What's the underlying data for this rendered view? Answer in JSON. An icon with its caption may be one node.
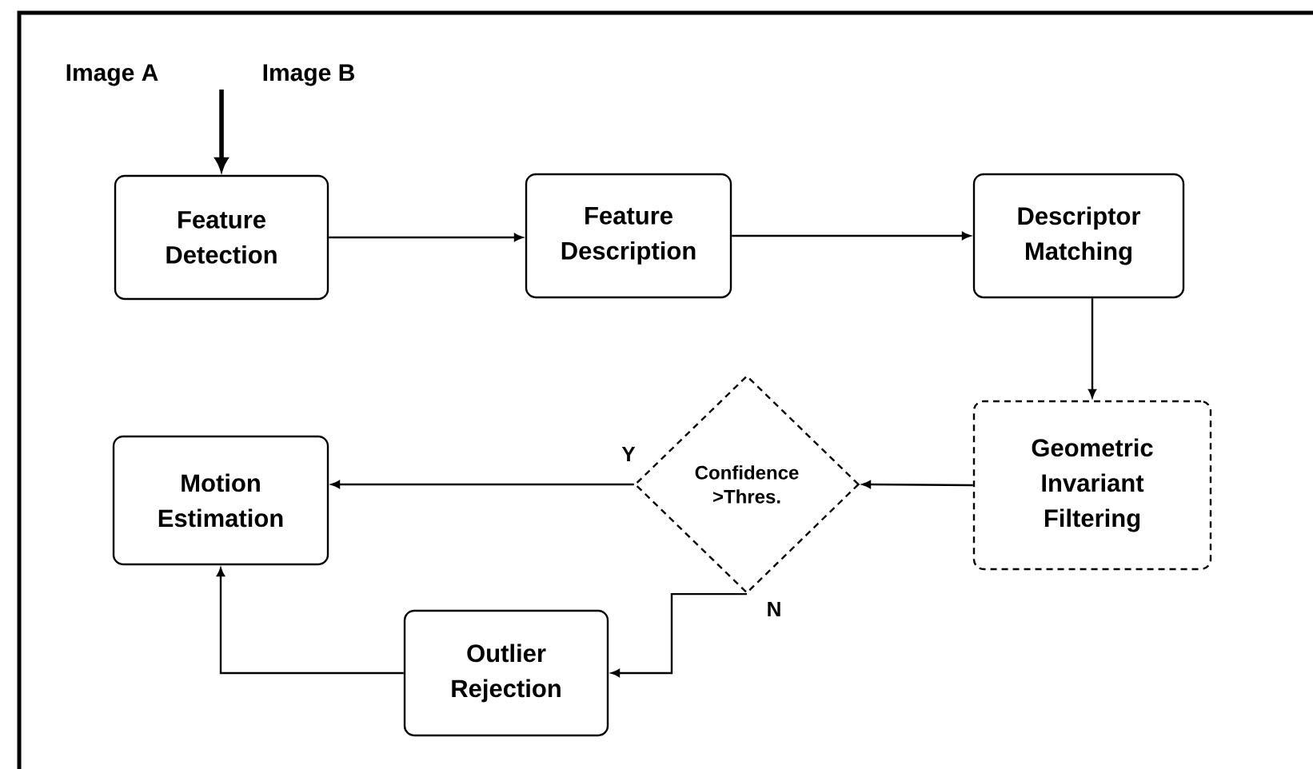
{
  "diagram": {
    "nodes": [
      {
        "text": [
          "Feature Detection"
        ]
      },
      {
        "text": [
          "Feature Description"
        ]
      },
      {
        "text": [
          "Descriptor Matching"
        ]
      },
      {
        "text": [
          "Geometric Invariant Filtering"
        ]
      },
      {
        "text": [
          "Confidence >Thres."
        ]
      },
      {
        "text": [
          "Motion Estimation"
        ]
      },
      {
        "text": [
          "Outlier Rejection"
        ]
      }
    ],
    "edges": [
      {
        "from": null,
        "to": 0,
        "arrow": "to",
        "style": "thick"
      },
      {
        "from": 0,
        "to": 1,
        "arrow": "to"
      },
      {
        "from": 1,
        "to": 2,
        "arrow": "to"
      },
      {
        "from": 2,
        "to": 3,
        "arrow": "to"
      },
      {
        "from": 3,
        "to": 4,
        "arrow": "to"
      },
      {
        "from": 4,
        "to": 5,
        "arrow": "to",
        "label": "Y"
      },
      {
        "from": 4,
        "to": 6,
        "arrow": "to",
        "label": "N"
      },
      {
        "from": 6,
        "to": 5,
        "arrow": "to"
      }
    ],
    "labels": [
      "Image A",
      "Image B"
    ]
  }
}
